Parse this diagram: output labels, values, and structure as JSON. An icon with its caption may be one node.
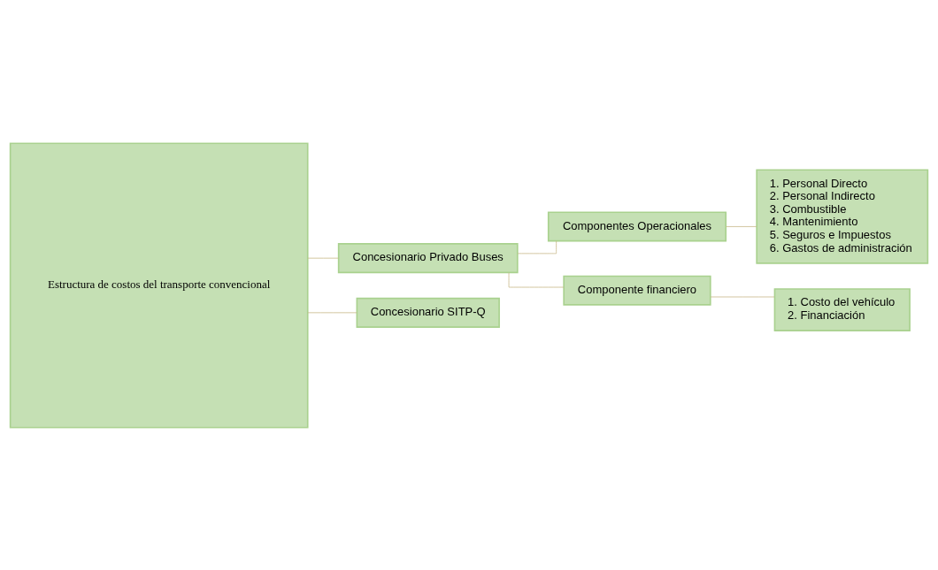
{
  "diagram": {
    "nodes": [
      {
        "text": [
          "Estructura de costos del transporte convencional"
        ]
      },
      {
        "text": [
          "Concesionario Privado Buses"
        ]
      },
      {
        "text": [
          "Concesionario SITP-Q"
        ]
      },
      {
        "text": [
          "Componentes Operacionales"
        ]
      },
      {
        "text": [
          "Componente financiero"
        ]
      },
      {
        "text": [
          "1. Personal Directo",
          "2. Personal Indirecto",
          "3. Combustible",
          "4. Mantenimiento",
          "5. Seguros e Impuestos",
          "6. Gastos de administración"
        ]
      },
      {
        "text": [
          "1. Costo del vehículo",
          "2. Financiación"
        ]
      }
    ],
    "edges": [
      {
        "from": 0,
        "to": 1,
        "arrow": "none"
      },
      {
        "from": 0,
        "to": 2,
        "arrow": "none"
      },
      {
        "from": 1,
        "to": 3,
        "arrow": "none"
      },
      {
        "from": 1,
        "to": 4,
        "arrow": "none"
      },
      {
        "from": 3,
        "to": 5,
        "arrow": "none"
      },
      {
        "from": 4,
        "to": 6,
        "arrow": "none"
      }
    ]
  }
}
